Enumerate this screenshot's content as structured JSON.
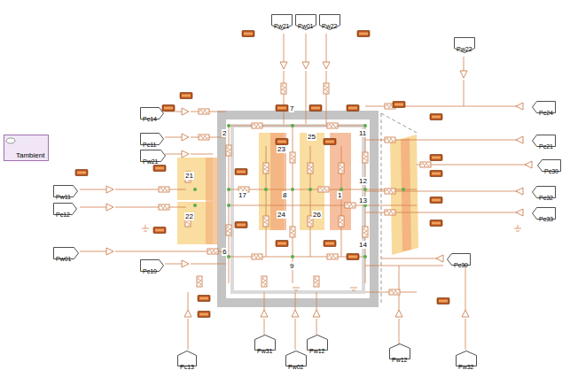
{
  "diagram": {
    "nodes": [
      {
        "text": [
          "Tambient"
        ]
      },
      {
        "text": [
          "Pc14"
        ]
      },
      {
        "text": [
          "Pc11"
        ]
      },
      {
        "text": [
          "Pw21"
        ]
      },
      {
        "text": [
          "Pw11"
        ]
      },
      {
        "text": [
          "Pc12"
        ]
      },
      {
        "text": [
          "Pw01"
        ]
      },
      {
        "text": [
          "Pc10"
        ]
      },
      {
        "text": [
          "Pc13"
        ]
      },
      {
        "text": [
          "Pw31"
        ]
      },
      {
        "text": [
          "Pw02"
        ]
      },
      {
        "text": [
          "Pw12"
        ]
      },
      {
        "text": [
          "Pw12"
        ]
      },
      {
        "text": [
          "Pw32"
        ]
      },
      {
        "text": [
          "Pc24"
        ]
      },
      {
        "text": [
          "Pc21"
        ]
      },
      {
        "text": [
          "Pc30"
        ]
      },
      {
        "text": [
          "Pc32"
        ]
      },
      {
        "text": [
          "Pc33"
        ]
      },
      {
        "text": [
          "Pc30"
        ]
      },
      {
        "text": [
          "Pw21"
        ]
      },
      {
        "text": [
          "Pw01"
        ]
      },
      {
        "text": [
          "Pw22"
        ]
      },
      {
        "text": [
          "Pw22"
        ]
      }
    ],
    "labels": [
      "2",
      "7",
      "11",
      "21",
      "22",
      "23",
      "25",
      "17",
      "8",
      "24",
      "26",
      "12",
      "13",
      "6",
      "9",
      "14",
      "1"
    ]
  }
}
